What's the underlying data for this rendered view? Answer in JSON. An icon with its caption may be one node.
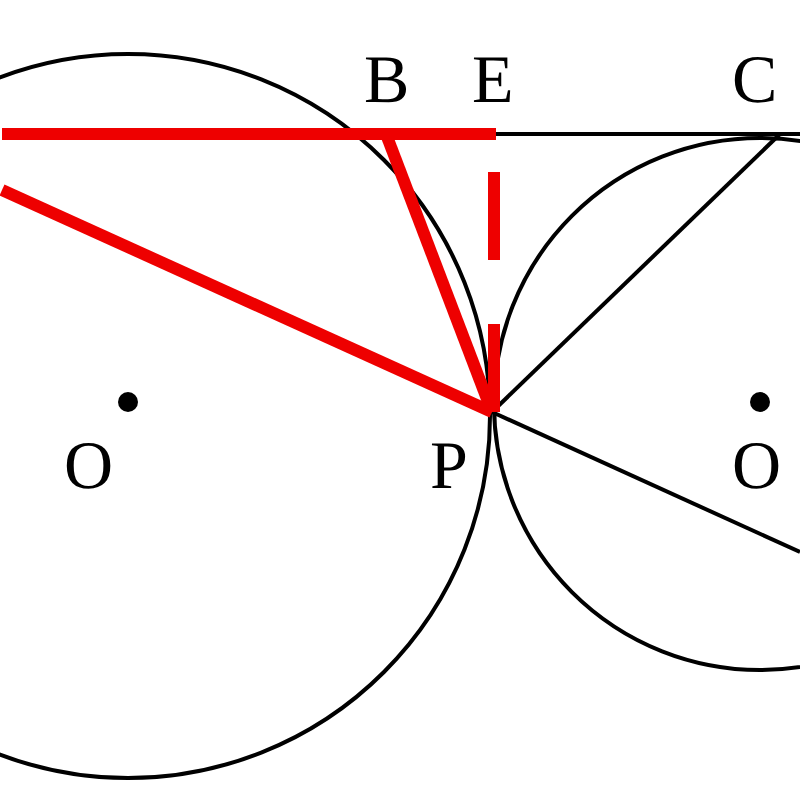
{
  "diagram": {
    "labels": [
      "B",
      "E",
      "C",
      "O",
      "P",
      "O"
    ]
  }
}
